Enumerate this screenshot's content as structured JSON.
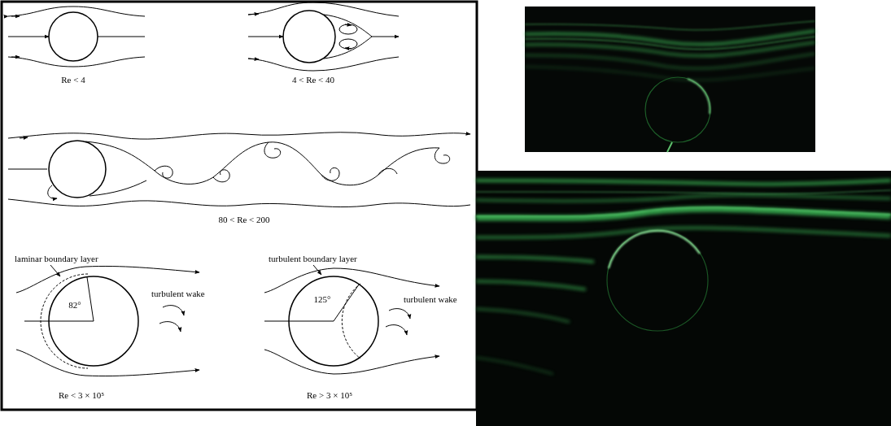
{
  "diagram": {
    "labels": [
      "Re < 4",
      "4 < Re < 40",
      "80 < Re < 200",
      "laminar boundary layer",
      "turbulent boundary layer",
      "82°",
      "125°",
      "turbulent wake",
      "turbulent wake",
      "Re < 3 × 10⁵",
      "Re > 3 × 10⁵"
    ]
  }
}
